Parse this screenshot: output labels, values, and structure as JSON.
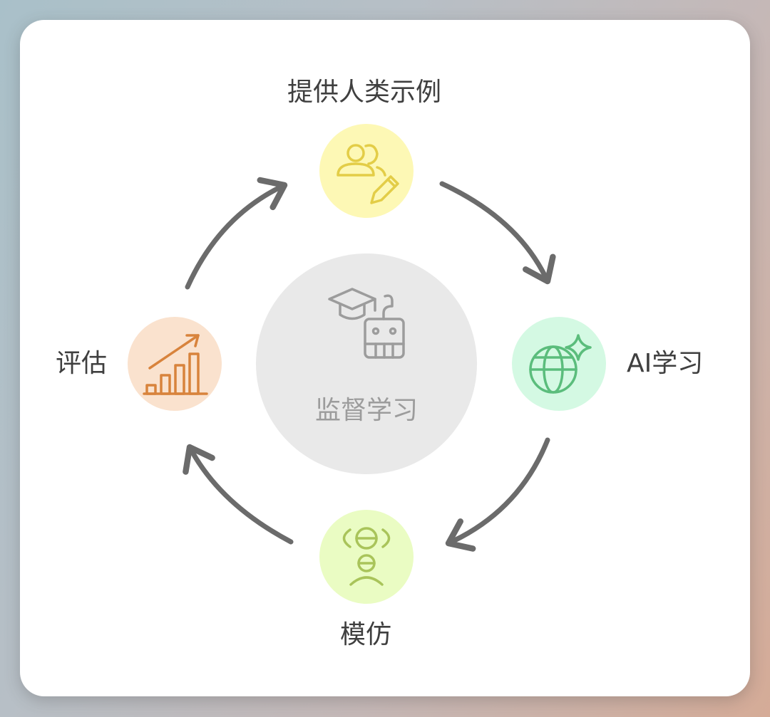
{
  "diagram": {
    "center": {
      "label": "监督学习",
      "icon": "graduation-robot-icon",
      "color": "#e9e9e9"
    },
    "nodes": [
      {
        "id": "top",
        "label": "提供人类示例",
        "icon": "people-pencil-icon",
        "fill": "#fdf8b5",
        "stroke": "#e3cd47"
      },
      {
        "id": "right",
        "label": "AI学习",
        "icon": "globe-sparkle-icon",
        "fill": "#d4f9e3",
        "stroke": "#5bbd7c"
      },
      {
        "id": "bottom",
        "label": "模仿",
        "icon": "mirror-people-icon",
        "fill": "#eafcc3",
        "stroke": "#a9c45a"
      },
      {
        "id": "left",
        "label": "评估",
        "icon": "bar-chart-growth-icon",
        "fill": "#fae2ce",
        "stroke": "#d8833c"
      }
    ],
    "arrow_color": "#6b6b6b"
  }
}
